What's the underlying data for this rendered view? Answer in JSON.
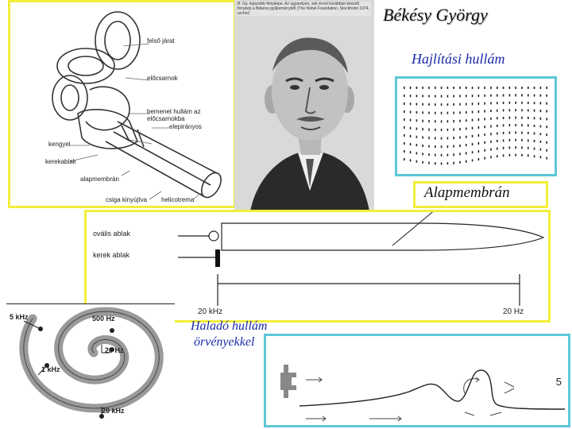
{
  "slide_title": "Békésy György",
  "hajlitasi_label": "Hajlítási hullám",
  "alapmembran_label": "Alapmembrán",
  "halado_label_line1": "Haladó hullám",
  "halado_label_line2": "örvényekkel",
  "page_number": "5",
  "cochlea_labels": {
    "felso_jarat": "felső járat",
    "eloscsatorna": "előcsarnok",
    "bemenet": "bemenet hullám az előcsarnokba",
    "elepiranys": "elepirányos",
    "kengyel": "kengyel",
    "kerekablak": "kerekablak",
    "alapmembran": "alapmembrán",
    "csiga": "csiga kinyújtva",
    "helicotrema": "helicotrema"
  },
  "portrait_caption": "B. Gy. legszebb fényképe. Az ugyanilyen, sok évvel korábban készült fénykép a Békésy-gyűjteményből (The Nobel Foundation, Stockholm 1974, archív)",
  "membrane_labels": {
    "ovalis_ablak": "ovális ablak",
    "kerek_ablak": "kerek ablak",
    "freq_left": "20 kHz",
    "freq_right": "20 Hz"
  },
  "spiral_labels": {
    "f5k": "5 kHz",
    "f500": "500 Hz",
    "f20": "20 Hz",
    "f1k": "1 kHz",
    "f20k": "20 kHz"
  },
  "colors": {
    "frame_yellow": "#f2ee3a",
    "frame_cyan": "#5ec7d6"
  }
}
